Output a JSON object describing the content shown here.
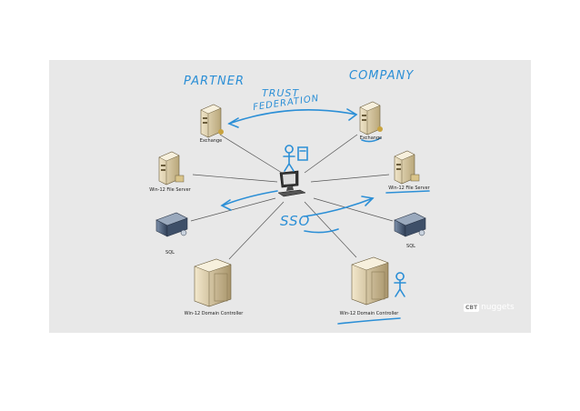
{
  "annotations": {
    "partner": "PARTNER",
    "company": "COMPANY",
    "trust_line1": "TRUST",
    "trust_line2": "FEDERATION",
    "sso": "SSO"
  },
  "nodes": {
    "exchange_left": "Exchange",
    "exchange_right": "Exchange",
    "file_left": "Win-12 File Server",
    "file_right": "Win-12 File Server",
    "sql_left": "SQL",
    "sql_right": "SQL",
    "dc_left": "Win-12 Domain Controller",
    "dc_right": "Win-12 Domain Controller"
  },
  "logo": {
    "mark": "CBT",
    "text": "nuggets"
  },
  "colors": {
    "annotation": "#2c8fd6",
    "board": "#e8e8e8"
  }
}
